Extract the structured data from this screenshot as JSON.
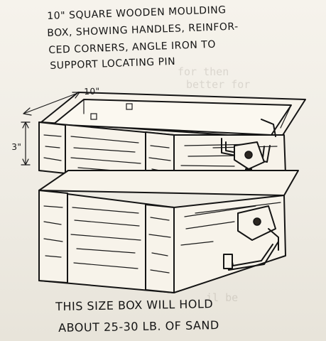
{
  "notes": {
    "top_line1": "10\" SQUARE   WOODEN MOULDING",
    "top_line2": "BOX, SHOWING HANDLES, REINFOR-",
    "top_line3": "CED CORNERS, ANGLE IRON TO",
    "top_line4": "SUPPORT LOCATING PIN",
    "bottom_line1": "THIS SIZE BOX WILL HOLD",
    "bottom_line2": "ABOUT 25-30 LB. OF SAND"
  },
  "dimensions": {
    "width_label": "10\"",
    "height_label": "3\""
  },
  "colors": {
    "paper": "#f4f1ea",
    "ink": "#141414"
  }
}
